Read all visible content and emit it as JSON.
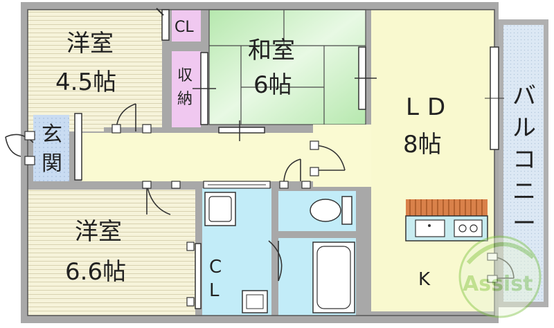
{
  "rooms": {
    "western_small": {
      "name": "洋室",
      "size": "4.5帖"
    },
    "western_large": {
      "name": "洋室",
      "size": "6.6帖"
    },
    "japanese": {
      "name": "和室",
      "size": "6帖"
    },
    "ld": {
      "name": "LD",
      "size": "8帖"
    },
    "kitchen": {
      "name": "K"
    },
    "entrance": {
      "line1": "玄",
      "line2": "関"
    },
    "storage": {
      "line1": "収",
      "line2": "納"
    },
    "closet_top": {
      "label": "CL"
    },
    "closet_bottom": {
      "line1": "C",
      "line2": "L"
    },
    "balcony": {
      "chars": [
        "バ",
        "ル",
        "コ",
        "ニ",
        "ー"
      ]
    }
  },
  "watermark": {
    "text": "Assist"
  },
  "colors": {
    "wall": "#a8a8a8",
    "western_floor": "#f5f2d8",
    "tatami": "#c8efc0",
    "ld_floor": "#f9f9cf",
    "corridor": "#fafad2",
    "closet": "#f0c8f0",
    "entrance": "#c9dcf2",
    "wet_area": "#c2ecf8",
    "balcony": "#dce8f4",
    "kitchen_counter": "#c8ecf0",
    "wood_strip": "#d9814a",
    "watermark": "#7dc242"
  }
}
